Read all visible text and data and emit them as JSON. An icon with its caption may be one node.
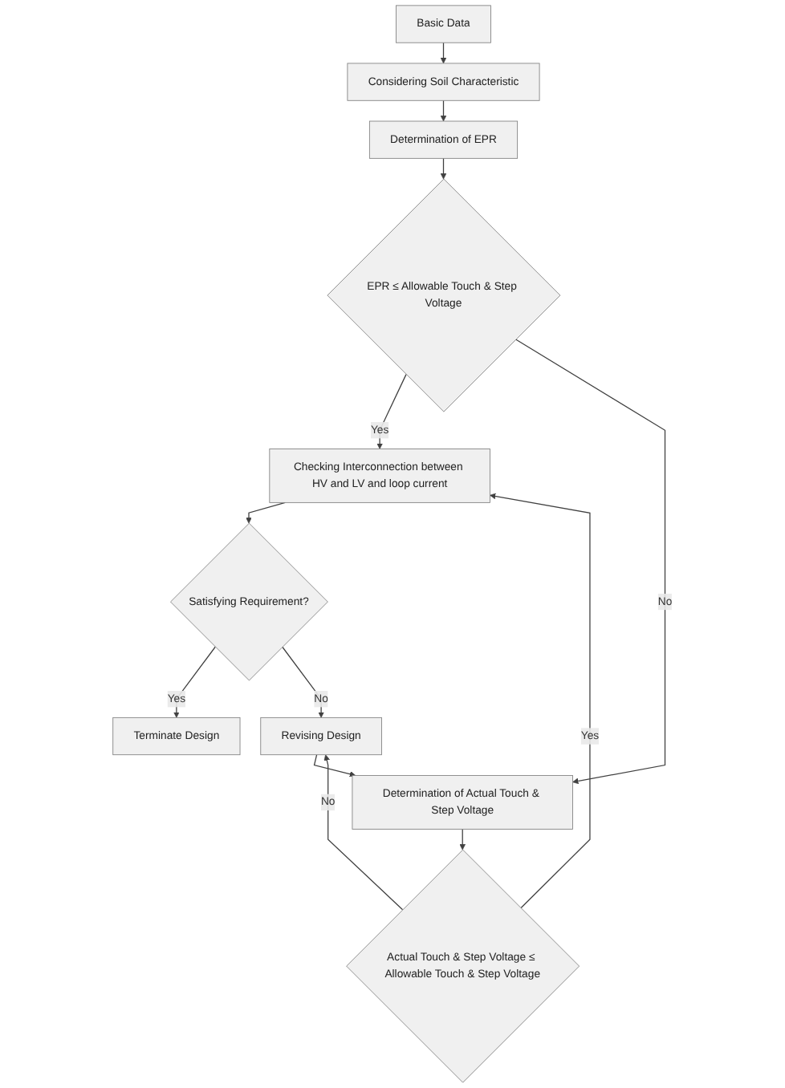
{
  "diagram": {
    "nodes": [
      {
        "text": [
          "Basic Data"
        ]
      },
      {
        "text": [
          "Considering Soil Characteristic"
        ]
      },
      {
        "text": [
          "Determination of EPR"
        ]
      },
      {
        "text": [
          "EPR ≤ Allowable Touch & Step Voltage"
        ]
      },
      {
        "text": [
          "Determination of Actual Touch & Step Voltage"
        ]
      },
      {
        "text": [
          "Actual Touch & Step Voltage ≤ Allowable Touch & Step Voltage"
        ]
      },
      {
        "text": [
          "Checking Interconnection between HV and LV and loop current"
        ]
      },
      {
        "text": [
          "Satisfying Requirement?"
        ]
      },
      {
        "text": [
          "Terminate Design"
        ]
      },
      {
        "text": [
          "Revising Design"
        ]
      }
    ],
    "edges": [
      {
        "from": 0,
        "to": 1,
        "arrow": "to"
      },
      {
        "from": 1,
        "to": 2,
        "arrow": "to"
      },
      {
        "from": 2,
        "to": 3,
        "arrow": "to"
      },
      {
        "from": 3,
        "to": 6,
        "label": "Yes",
        "arrow": "to"
      },
      {
        "from": 3,
        "to": 4,
        "label": "No",
        "arrow": "to"
      },
      {
        "from": 4,
        "to": 5,
        "arrow": "to"
      },
      {
        "from": 5,
        "to": 6,
        "label": "Yes",
        "arrow": "to"
      },
      {
        "from": 5,
        "to": 9,
        "label": "No",
        "arrow": "to"
      },
      {
        "from": 6,
        "to": 7,
        "arrow": "to"
      },
      {
        "from": 7,
        "to": 8,
        "label": "Yes",
        "arrow": "to"
      },
      {
        "from": 7,
        "to": 9,
        "label": "No",
        "arrow": "to"
      },
      {
        "from": 9,
        "to": 4,
        "arrow": "to"
      }
    ]
  }
}
